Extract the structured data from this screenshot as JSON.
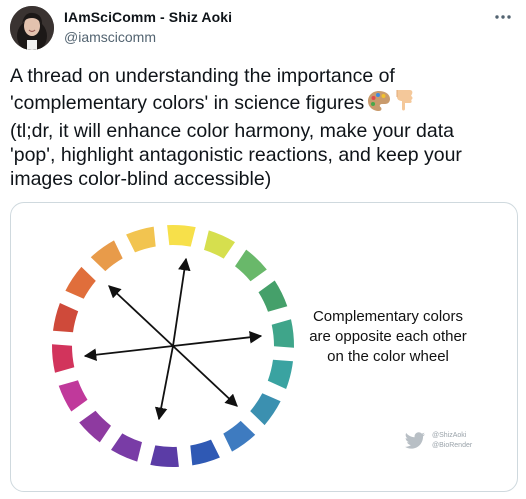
{
  "author": {
    "name": "IAmSciComm - Shiz Aoki",
    "handle": "@iamscicomm"
  },
  "tweet": {
    "lines": [
      "A thread on understanding the importance of",
      "'complementary colors' in science figures",
      "(tl;dr, it will enhance color harmony, make your data",
      "'pop', highlight antagonistic reactions, and keep your",
      "images color-blind accessible)"
    ],
    "emojis": [
      "artist-palette",
      "backhand-index-pointing-down"
    ]
  },
  "media": {
    "caption": [
      "Complementary colors",
      "are opposite each other",
      "on the color wheel"
    ],
    "watermark": [
      "@ShizAoki",
      "@BioRender"
    ],
    "wheel_colors": [
      "#f7e04a",
      "#d6df4e",
      "#69b86a",
      "#45a06a",
      "#3fa58a",
      "#3aa3a1",
      "#3b90b0",
      "#3e7bc0",
      "#2f59b4",
      "#5b3ca6",
      "#793ca6",
      "#8e3aa0",
      "#c0399b",
      "#d2345c",
      "#cf4a3a",
      "#e06e3b",
      "#e89b4a",
      "#f2c450"
    ]
  },
  "colors": {
    "text": "#0f1419",
    "secondary": "#536471",
    "border": "#cfd9de"
  }
}
